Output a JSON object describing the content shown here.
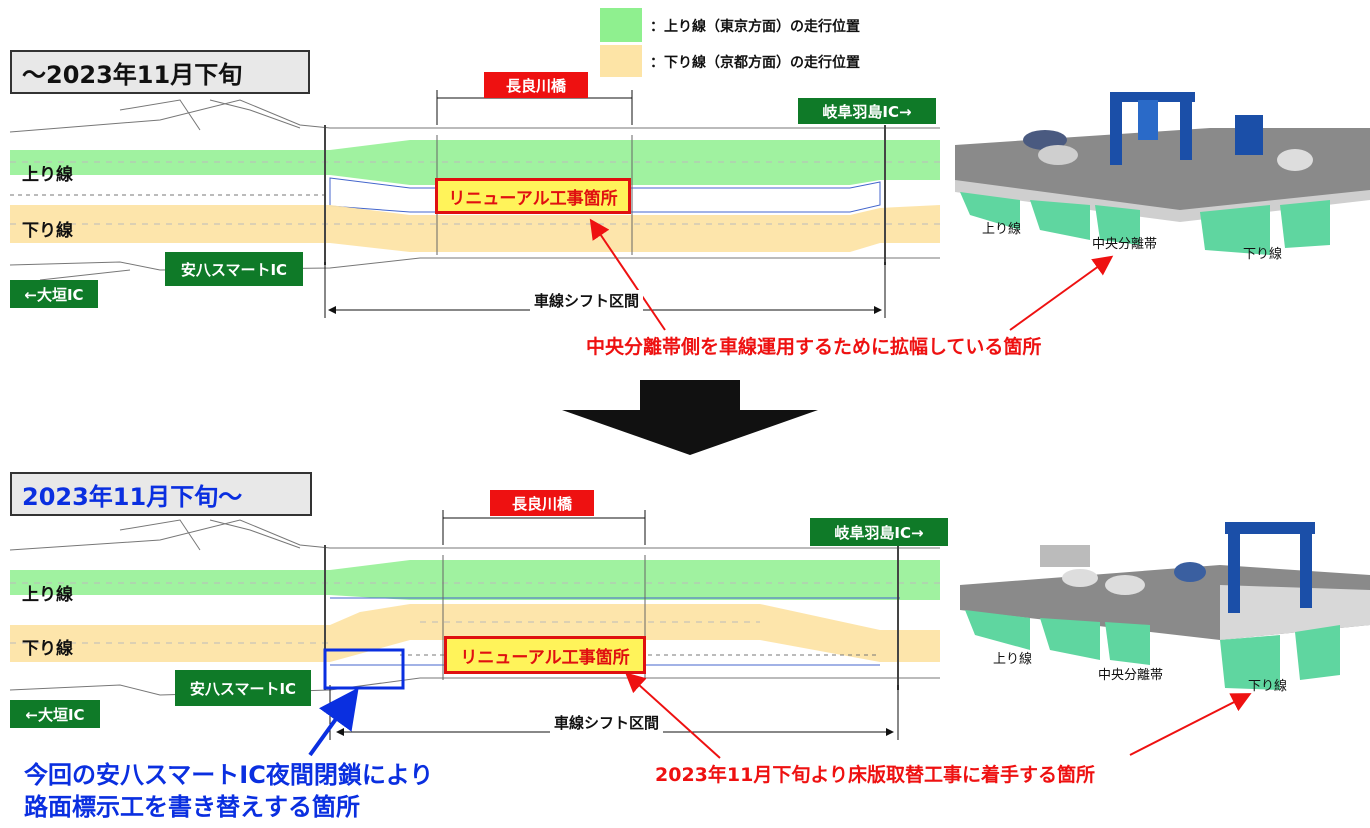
{
  "legend": {
    "up_color": "#8ff08f",
    "down_color": "#fde4a6",
    "up_text": "：上り線（東京方面）の走行位置",
    "down_text": "：下り線（京都方面）の走行位置"
  },
  "top": {
    "period": "～2023年11月下旬",
    "bridge": "長良川橋",
    "ic_right": "岐阜羽島IC→",
    "ic_left": "←大垣IC",
    "smart_ic": "安八スマートIC",
    "up_lane": "上り線",
    "down_lane": "下り線",
    "renewal": "リニューアル工事箇所",
    "shift_section": "車線シフト区間",
    "note": "中央分離帯側を車線運用するために拡幅している箇所",
    "img_up": "上り線",
    "img_median": "中央分離帯",
    "img_down": "下り線"
  },
  "bottom": {
    "period": "2023年11月下旬～",
    "bridge": "長良川橋",
    "ic_right": "岐阜羽島IC→",
    "ic_left": "←大垣IC",
    "smart_ic": "安八スマートIC",
    "up_lane": "上り線",
    "down_lane": "下り線",
    "renewal": "リニューアル工事箇所",
    "shift_section": "車線シフト区間",
    "note_red": "2023年11月下旬より床版取替工事に着手する箇所",
    "note_blue_1": "今回の安八スマートIC夜間閉鎖により",
    "note_blue_2": "路面標示工を書き替えする箇所",
    "img_up": "上り線",
    "img_median": "中央分離帯",
    "img_down": "下り線"
  },
  "colors": {
    "green_label": "#0f7a28",
    "red_label": "#ee1111",
    "renewal_fill": "#fff35a",
    "blue_note": "#0a2fe0",
    "steel_green": "#5fd6a0",
    "gantry_blue": "#1b4fa8"
  }
}
